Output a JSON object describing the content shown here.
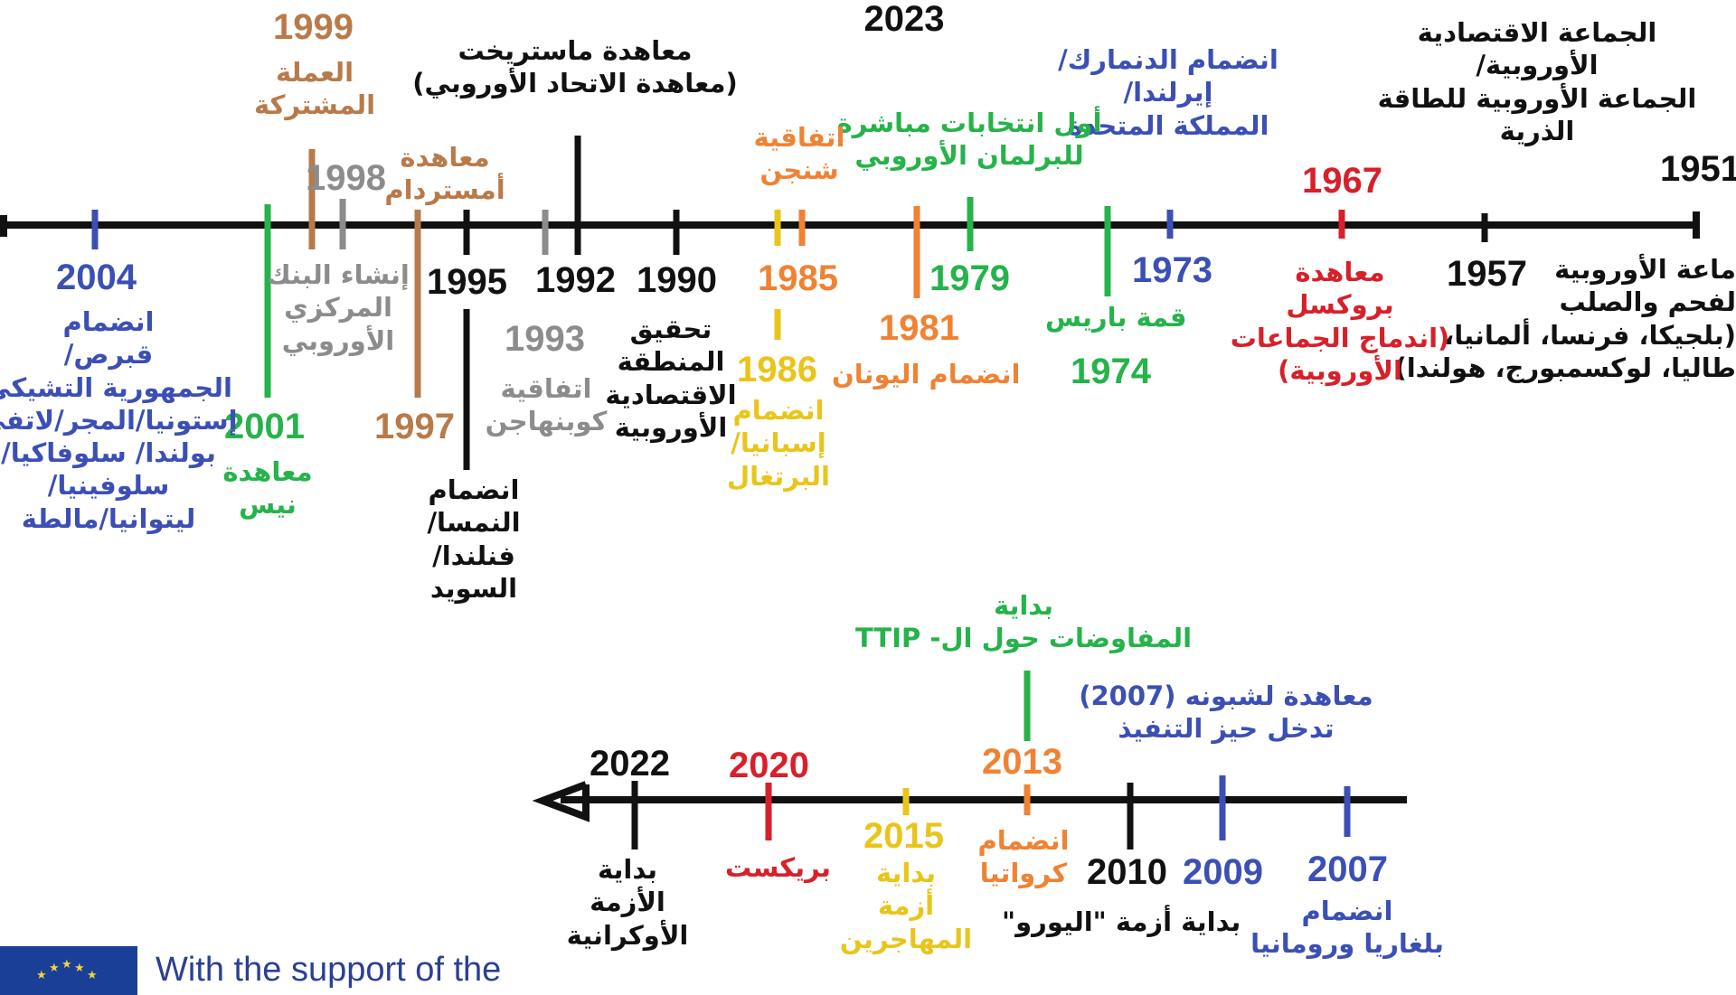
{
  "colors": {
    "axis": "#111111",
    "black": "#111111",
    "blue": "#3b4fb5",
    "green": "#25b34a",
    "red": "#d7202a",
    "orange": "#f08233",
    "yellow": "#e9c51a",
    "brown": "#b97a4a",
    "gray": "#8c8c8c",
    "eu_blue": "#1a3f96",
    "eu_star": "#f3d53a"
  },
  "top_label": "2023",
  "events": [
    {
      "id": "e1951",
      "year": "1951",
      "year_color": "black",
      "text": "ماعة الأوروبية\nلفحم والصلب\n(بلجيكا، فرنسا، ألمانيا،\nطاليا، لوكسمبورج، هولندا)",
      "text_color": "black"
    },
    {
      "id": "e1957",
      "year": "1957",
      "year_color": "black",
      "text": "الجماعة الاقتصادية\nالأوروبية/\nالجماعة الأوروبية للطاقة\nالذرية",
      "text_color": "black"
    },
    {
      "id": "e1967",
      "year": "1967",
      "year_color": "red",
      "text": "معاهدة\nبروكسل\n(اندماج الجماعات\nالأوروبية)",
      "text_color": "red"
    },
    {
      "id": "e1973",
      "year": "1973",
      "year_color": "blue",
      "text": "انضمام الدنمارك/\nإيرلندا/\nالمملكة المتحدة",
      "text_color": "blue"
    },
    {
      "id": "e1974",
      "year": "1974",
      "year_color": "green",
      "text": "قمة باريس",
      "text_color": "green"
    },
    {
      "id": "e1979",
      "year": "1979",
      "year_color": "green",
      "text": "أول انتخابات مباشرة\nللبرلمان الأوروبي",
      "text_color": "green"
    },
    {
      "id": "e1981",
      "year": "1981",
      "year_color": "orange",
      "text": "انضمام اليونان",
      "text_color": "orange"
    },
    {
      "id": "e1985",
      "year": "1985",
      "year_color": "orange",
      "text": "اتفاقية\nشنجن",
      "text_color": "orange"
    },
    {
      "id": "e1986",
      "year": "1986",
      "year_color": "yellow",
      "text": "انضمام\nإسبانيا/\nالبرتغال",
      "text_color": "yellow"
    },
    {
      "id": "e1990",
      "year": "1990",
      "year_color": "black",
      "text": "تحقيق\nالمنطقة\nالاقتصادية\nالأوروبية",
      "text_color": "black"
    },
    {
      "id": "e1992",
      "year": "1992",
      "year_color": "black",
      "text": "معاهدة ماستريخت\n(معاهدة الاتحاد الأوروبي)",
      "text_color": "black"
    },
    {
      "id": "e1993",
      "year": "1993",
      "year_color": "gray",
      "text": "اتفاقية\nكوبنهاجن",
      "text_color": "gray"
    },
    {
      "id": "e1995",
      "year": "1995",
      "year_color": "black",
      "text": "انضمام\nالنمسا/\nفنلندا/\nالسويد",
      "text_color": "black"
    },
    {
      "id": "e1997",
      "year": "1997",
      "year_color": "brown",
      "text": "معاهدة\nأمستردام",
      "text_color": "brown"
    },
    {
      "id": "e1998",
      "year": "1998",
      "year_color": "gray",
      "text": "إنشاء البنك\nالمركزي\nالأوروبي",
      "text_color": "gray"
    },
    {
      "id": "e1999",
      "year": "1999",
      "year_color": "brown",
      "text": "العملة\nالمشتركة",
      "text_color": "brown"
    },
    {
      "id": "e2001",
      "year": "2001",
      "year_color": "green",
      "text": "معاهدة\nنيس",
      "text_color": "green"
    },
    {
      "id": "e2004",
      "year": "2004",
      "year_color": "blue",
      "text": "انضمام\nقبرص/\nالجمهورية التشيكي\nإستونيا/المجر/لاتفي\nبولندا/ سلوفاكيا/\nسلوفينيا/\nليتوانيا/مالطة",
      "text_color": "blue"
    },
    {
      "id": "e2007",
      "year": "2007",
      "year_color": "blue",
      "text": "انضمام\nبلغاريا ورومانيا",
      "text_color": "blue"
    },
    {
      "id": "e2009",
      "year": "2009",
      "year_color": "blue",
      "text": "معاهدة لشبونه (2007)\nتدخل حيز التنفيذ",
      "text_color": "blue"
    },
    {
      "id": "e2010",
      "year": "2010",
      "year_color": "black",
      "text": "بداية أزمة \"اليورو\"",
      "text_color": "black"
    },
    {
      "id": "e2013",
      "year": "2013",
      "year_color": "orange",
      "text": "انضمام\nكرواتيا",
      "text_color": "orange"
    },
    {
      "id": "e2013b",
      "year": "",
      "year_color": "green",
      "text": "بداية\nالمفاوضات حول ال- TTIP",
      "text_color": "green"
    },
    {
      "id": "e2015",
      "year": "2015",
      "year_color": "yellow",
      "text": "بداية\nأزمة\nالمهاجرين",
      "text_color": "yellow"
    },
    {
      "id": "e2020",
      "year": "2020",
      "year_color": "red",
      "text": "بريكست",
      "text_color": "red"
    },
    {
      "id": "e2022",
      "year": "2022",
      "year_color": "black",
      "text": "بداية\nالأزمة\nالأوكرانية",
      "text_color": "black"
    }
  ],
  "footer": {
    "support_text": "With the support of the"
  }
}
